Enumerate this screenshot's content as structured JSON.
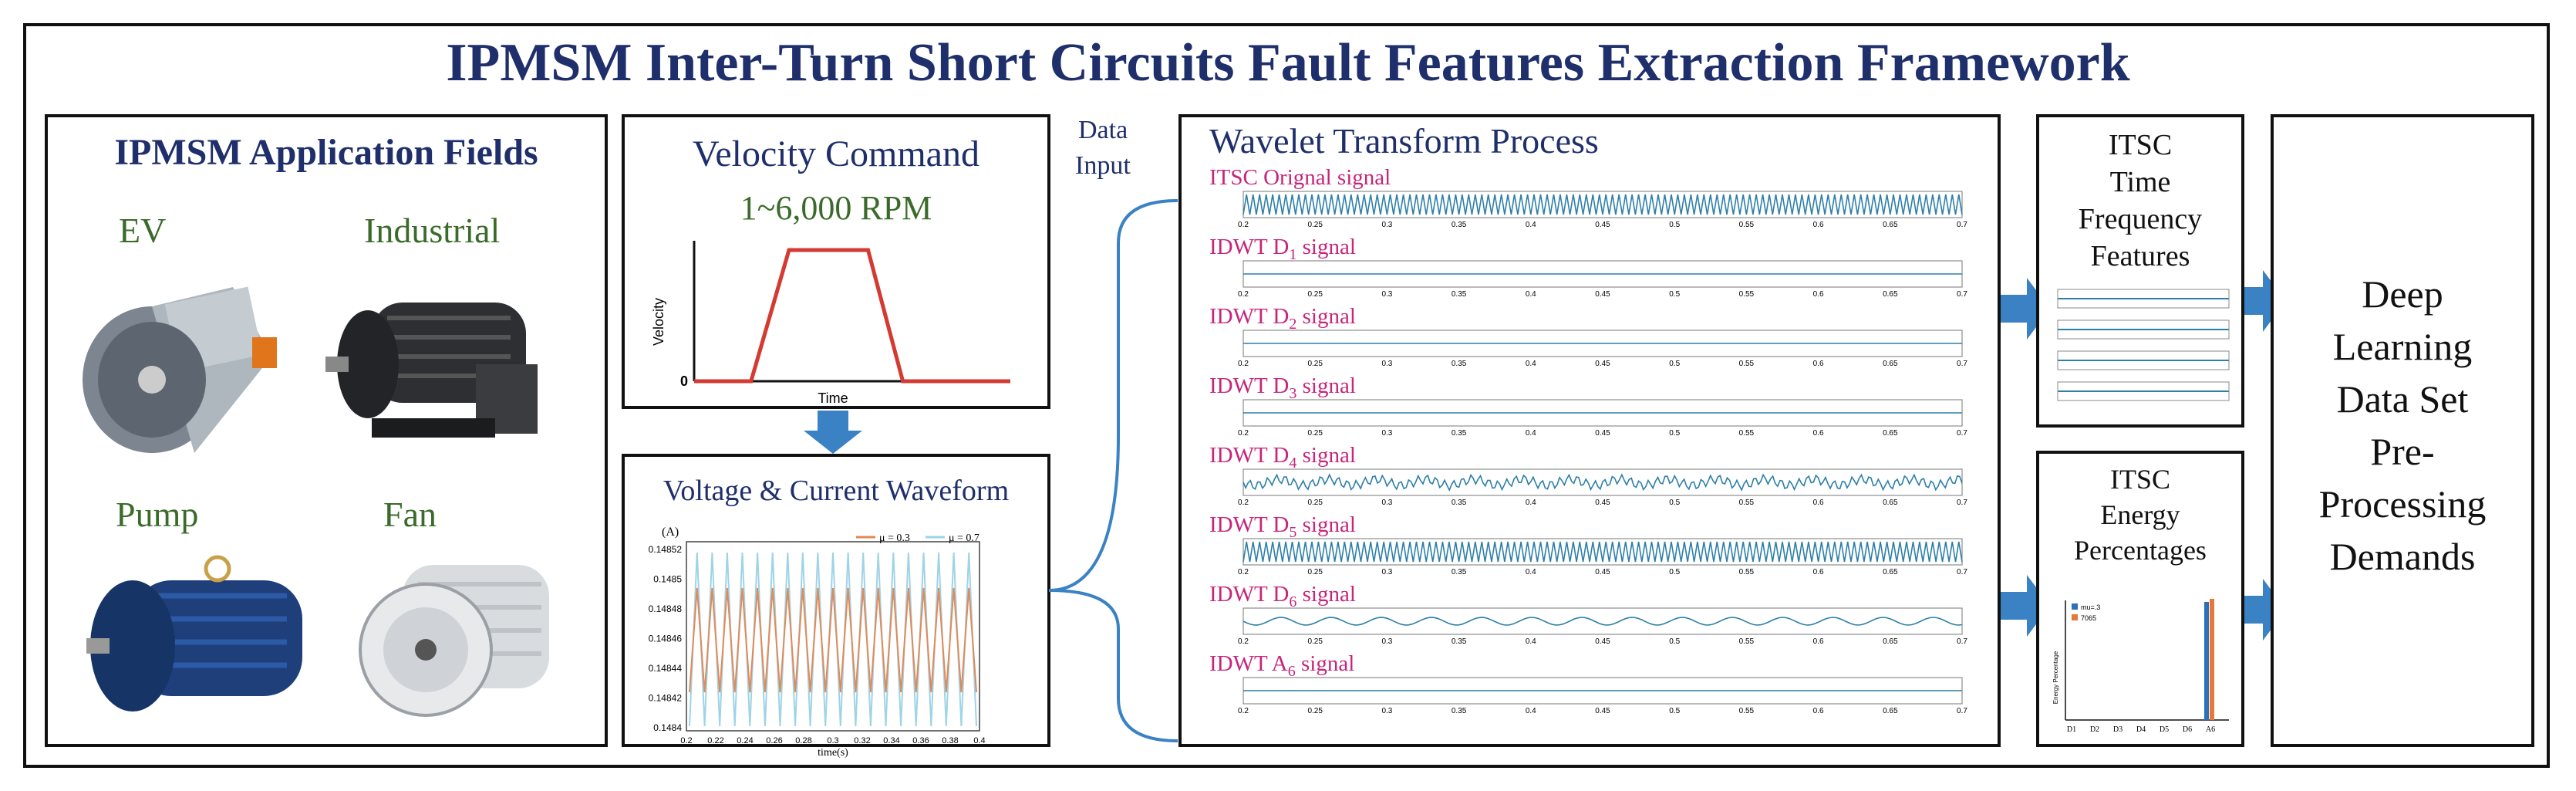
{
  "title": "IPMSM Inter-Turn Short Circuits Fault Features Extraction Framework",
  "application": {
    "heading": "IPMSM Application Fields",
    "fields": [
      "EV",
      "Industrial",
      "Pump",
      "Fan"
    ]
  },
  "velocity": {
    "heading": "Velocity Command",
    "range": "1~6,000 RPM",
    "ylabel": "Velocity",
    "xlabel": "Time",
    "zero": "0",
    "profile": [
      [
        0,
        0
      ],
      [
        0.18,
        0
      ],
      [
        0.3,
        1
      ],
      [
        0.55,
        1
      ],
      [
        0.66,
        0
      ],
      [
        1.0,
        0
      ]
    ]
  },
  "waveform": {
    "heading": "Voltage & Current Waveform",
    "unit": "(A)",
    "legend": [
      "μ = 0.3",
      "μ = 0.7"
    ],
    "yticks": [
      "0.14852",
      "0.1485",
      "0.14848",
      "0.14846",
      "0.14844",
      "0.14842",
      "0.1484"
    ],
    "xticks": [
      "0.2",
      "0.22",
      "0.24",
      "0.26",
      "0.28",
      "0.3",
      "0.32",
      "0.34",
      "0.36",
      "0.38",
      "0.4"
    ],
    "xlabel": "time(s)",
    "colors": {
      "mu03": "#e08a5a",
      "mu07": "#9fd3e6"
    }
  },
  "data_input": {
    "line1": "Data",
    "line2": "Input"
  },
  "wavelet": {
    "heading": "Wavelet Transform Process",
    "signals": [
      {
        "pre": "ITSC Orignal signal",
        "sub": "",
        "post": "",
        "style": "dense"
      },
      {
        "pre": "IDWT D",
        "sub": "1",
        "post": " signal",
        "style": "flat"
      },
      {
        "pre": "IDWT D",
        "sub": "2",
        "post": " signal",
        "style": "flat"
      },
      {
        "pre": "IDWT D",
        "sub": "3",
        "post": " signal",
        "style": "flat"
      },
      {
        "pre": "IDWT D",
        "sub": "4",
        "post": " signal",
        "style": "noise"
      },
      {
        "pre": "IDWT D",
        "sub": "5",
        "post": " signal",
        "style": "dense"
      },
      {
        "pre": "IDWT D",
        "sub": "6",
        "post": " signal",
        "style": "wave"
      },
      {
        "pre": "IDWT A",
        "sub": "6",
        "post": " signal",
        "style": "flat"
      }
    ],
    "xticks": [
      "0.2",
      "0.25",
      "0.3",
      "0.35",
      "0.4",
      "0.45",
      "0.5",
      "0.55",
      "0.6",
      "0.65",
      "0.7"
    ],
    "color": "#2d7fa8"
  },
  "tf_features": {
    "lines": [
      "ITSC",
      "Time",
      "Frequency",
      "Features"
    ]
  },
  "energy": {
    "lines": [
      "ITSC",
      "Energy",
      "Percentages"
    ],
    "legend": [
      "mu=.3",
      "7065"
    ],
    "ylabel": "Energy Percentage",
    "xticks": [
      "D1",
      "D2",
      "D3",
      "D4",
      "D5",
      "D6",
      "A6"
    ],
    "bar_colors": [
      "#2f6fb8",
      "#e5793a"
    ]
  },
  "output": {
    "lines": [
      "Deep",
      "Learning",
      "Data Set",
      "Pre-",
      "Processing",
      "Demands"
    ]
  },
  "colors": {
    "navy": "#1f2f6b",
    "arrow": "#3a82c4",
    "magenta": "#c7247a",
    "green": "#3b6b2a"
  }
}
